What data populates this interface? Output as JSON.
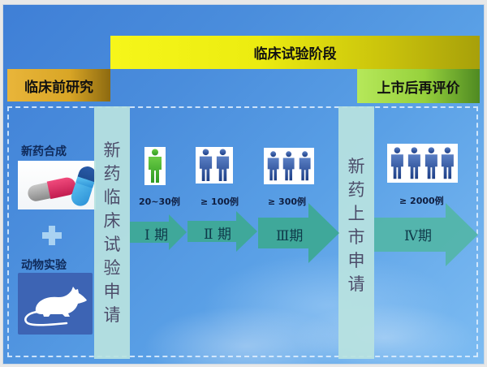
{
  "title_bars": {
    "clinical_trial_stage": "临床试验阶段",
    "preclinical_research": "临床前研究",
    "post_market_evaluation": "上市后再评价"
  },
  "preclinical": {
    "synthesis_label": "新药合成",
    "plus_symbol": "+",
    "animal_label": "动物实验",
    "capsule_icon": "capsule-icon",
    "mouse_icon": "mouse-icon"
  },
  "vertical_panels": {
    "ind_application": [
      "新",
      "药",
      "临",
      "床",
      "试",
      "验",
      "申",
      "请"
    ],
    "nda_application": [
      "新",
      "药",
      "上",
      "市",
      "申",
      "请"
    ]
  },
  "phases": [
    {
      "label": "Ⅰ 期",
      "count": "20~30例",
      "people": 1,
      "people_color": "green"
    },
    {
      "label": "Ⅱ 期",
      "count": "≥ 100例",
      "people": 2,
      "people_color": "blue"
    },
    {
      "label": "Ⅲ期",
      "count": "≥ 300例",
      "people": 3,
      "people_color": "blue"
    },
    {
      "label": "Ⅳ期",
      "count": "≥ 2000例",
      "people": 4,
      "people_color": "blue"
    }
  ],
  "colors": {
    "background": "#4a8ddc",
    "trial_bar": "#f0f014",
    "preclinical_bar": "#ddaa2a",
    "postmarket_bar": "#9ad640",
    "arrow": "#3fa89a",
    "panel": "#b8e2e0",
    "person_blue": "#2a4f9a",
    "person_green": "#3ea82a"
  }
}
